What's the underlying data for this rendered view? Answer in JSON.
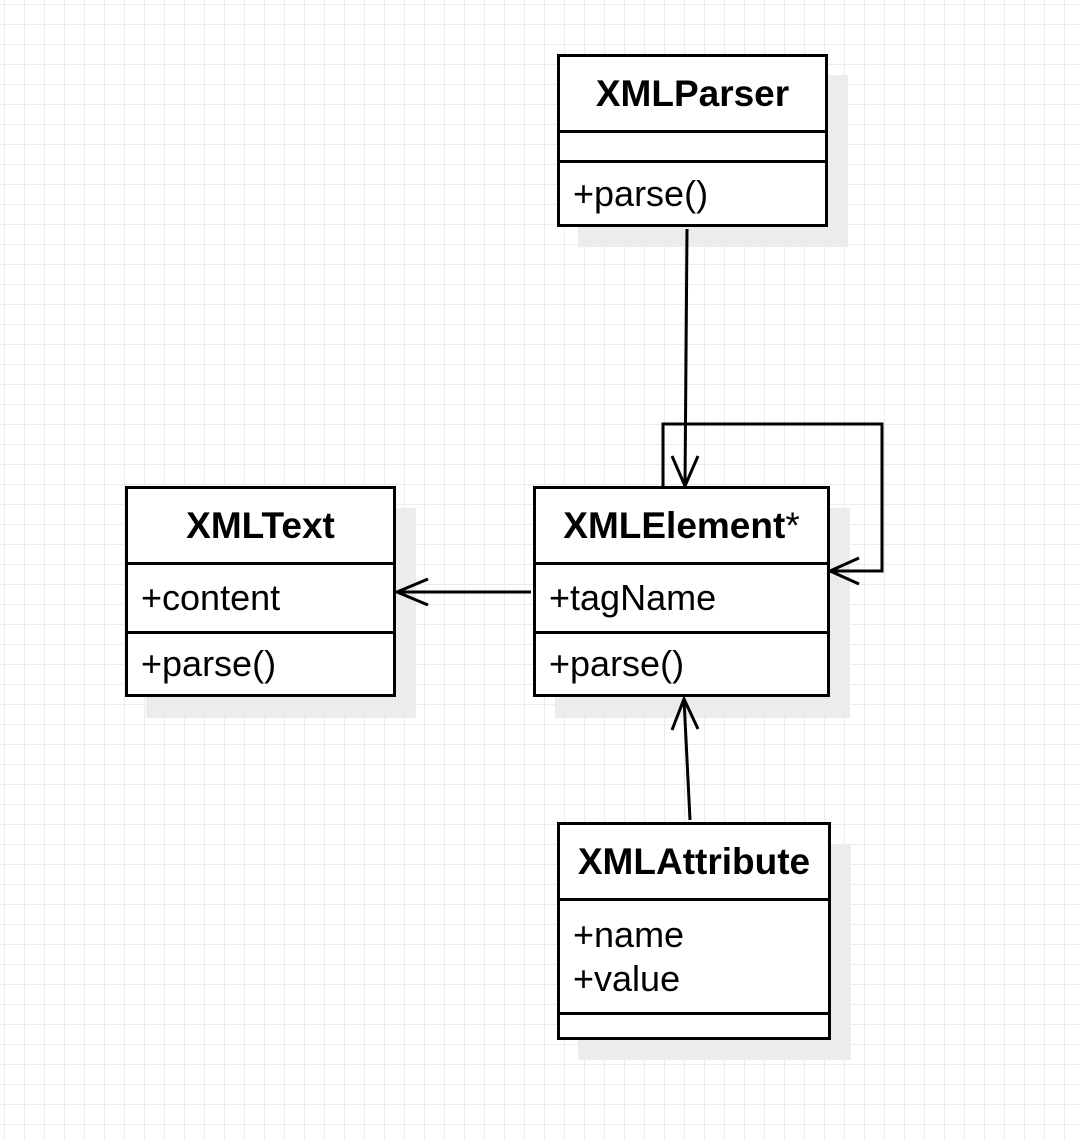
{
  "classes": {
    "xml_parser": {
      "name": "XMLParser",
      "attributes": [],
      "methods": [
        "+parse()"
      ]
    },
    "xml_element": {
      "name": "XMLElement",
      "name_suffix": "*",
      "attributes": [
        "+tagName"
      ],
      "methods": [
        "+parse()"
      ]
    },
    "xml_text": {
      "name": "XMLText",
      "attributes": [
        "+content"
      ],
      "methods": [
        "+parse()"
      ]
    },
    "xml_attribute": {
      "name": "XMLAttribute",
      "attributes": [
        "+name",
        "+value"
      ],
      "methods": []
    }
  },
  "relationships": [
    {
      "from": "XMLParser",
      "to": "XMLElement",
      "type": "association",
      "arrow": "open"
    },
    {
      "from": "XMLElement",
      "to": "XMLElement",
      "type": "self-association",
      "arrow": "open"
    },
    {
      "from": "XMLElement",
      "to": "XMLText",
      "type": "association",
      "arrow": "open"
    },
    {
      "from": "XMLAttribute",
      "to": "XMLElement",
      "type": "association",
      "arrow": "open"
    }
  ],
  "colors": {
    "stroke": "#000000",
    "fill": "#ffffff",
    "shadow": "#ececec",
    "grid": "#ececec"
  }
}
